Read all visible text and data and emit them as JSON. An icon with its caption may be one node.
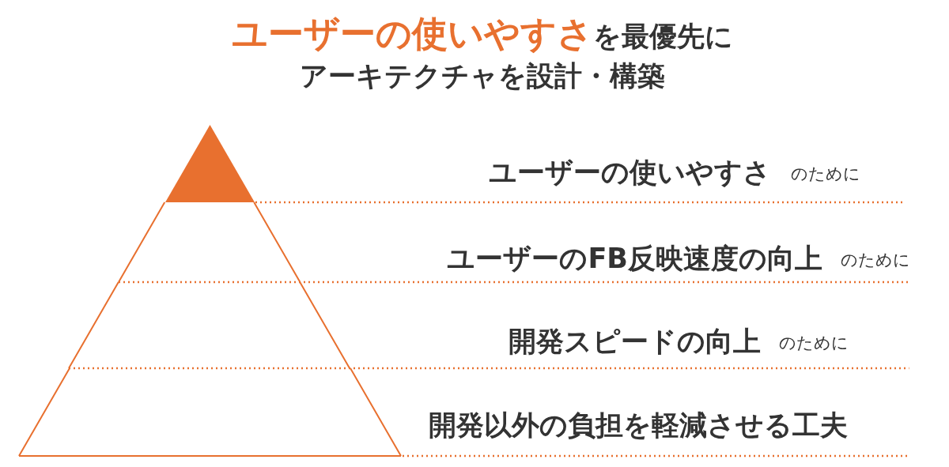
{
  "diagram": {
    "title": "**ユーザーの使いやすさ**を最優先にアーキテクチャを設計・構築",
    "nodes": [
      {
        "text": [],
        "shape": "triangle",
        "beside": [
          "ユーザーの使いやすさ",
          "のために"
        ]
      },
      {
        "text": [],
        "shape": "trapezoid",
        "beside": [
          "ユーザーのFB反映速度の向上",
          "のために"
        ]
      },
      {
        "text": [],
        "shape": "trapezoid",
        "beside": [
          "開発スピードの向上",
          "のために"
        ]
      },
      {
        "text": [],
        "shape": "trapezoid",
        "beside": [
          "開発以外の負担を軽減させる工夫"
        ]
      }
    ],
    "edges": []
  }
}
